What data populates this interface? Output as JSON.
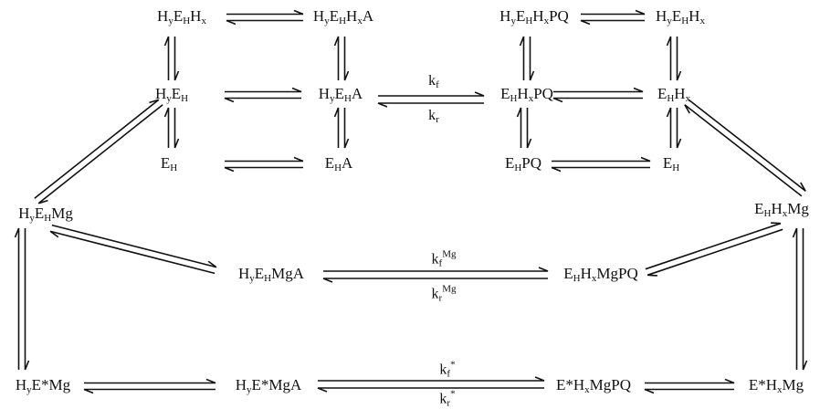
{
  "nodes": {
    "hyehhx_1": "H<sub>y</sub>E<sub>H</sub>H<sub>x</sub>",
    "hyehhxa": "H<sub>y</sub>E<sub>H</sub>H<sub>x</sub>A",
    "hyehhxpq": "H<sub>y</sub>E<sub>H</sub>H<sub>x</sub>PQ",
    "hyehhx_2": "H<sub>y</sub>E<sub>H</sub>H<sub>x</sub>",
    "hyeh": "H<sub>y</sub>E<sub>H</sub>",
    "hyeha": "H<sub>y</sub>E<sub>H</sub>A",
    "ehhxpq": "E<sub>H</sub>H<sub>x</sub>PQ",
    "ehhx": "E<sub>H</sub>H<sub>x</sub>",
    "eh_1": "E<sub>H</sub>",
    "eha": "E<sub>H</sub>A",
    "ehpq": "E<sub>H</sub>PQ",
    "eh_2": "E<sub>H</sub>",
    "hyehmg": "H<sub>y</sub>E<sub>H</sub>Mg",
    "ehhxmg": "E<sub>H</sub>H<sub>x</sub>Mg",
    "hyehmga": "H<sub>y</sub>E<sub>H</sub>MgA",
    "ehhxmgpq": "E<sub>H</sub>H<sub>x</sub>MgPQ",
    "hyestarmg": "H<sub>y</sub>E*Mg",
    "hyestarmga": "H<sub>y</sub>E*MgA",
    "estarhxmgpq": "E*H<sub>x</sub>MgPQ",
    "estarhxmg": "E*H<sub>x</sub>Mg"
  },
  "rates": {
    "kf": "k<sub>f</sub>",
    "kr": "k<sub>r</sub>",
    "kf_mg": "k<sub>f</sub><sup>Mg</sup>",
    "kr_mg": "k<sub>r</sub><sup>Mg</sup>",
    "kf_star": "k<sub>f</sub><sup>*</sup>",
    "kr_star": "k<sub>r</sub><sup>*</sup>"
  },
  "colors": {
    "ink": "#111111",
    "background": "#ffffff"
  }
}
